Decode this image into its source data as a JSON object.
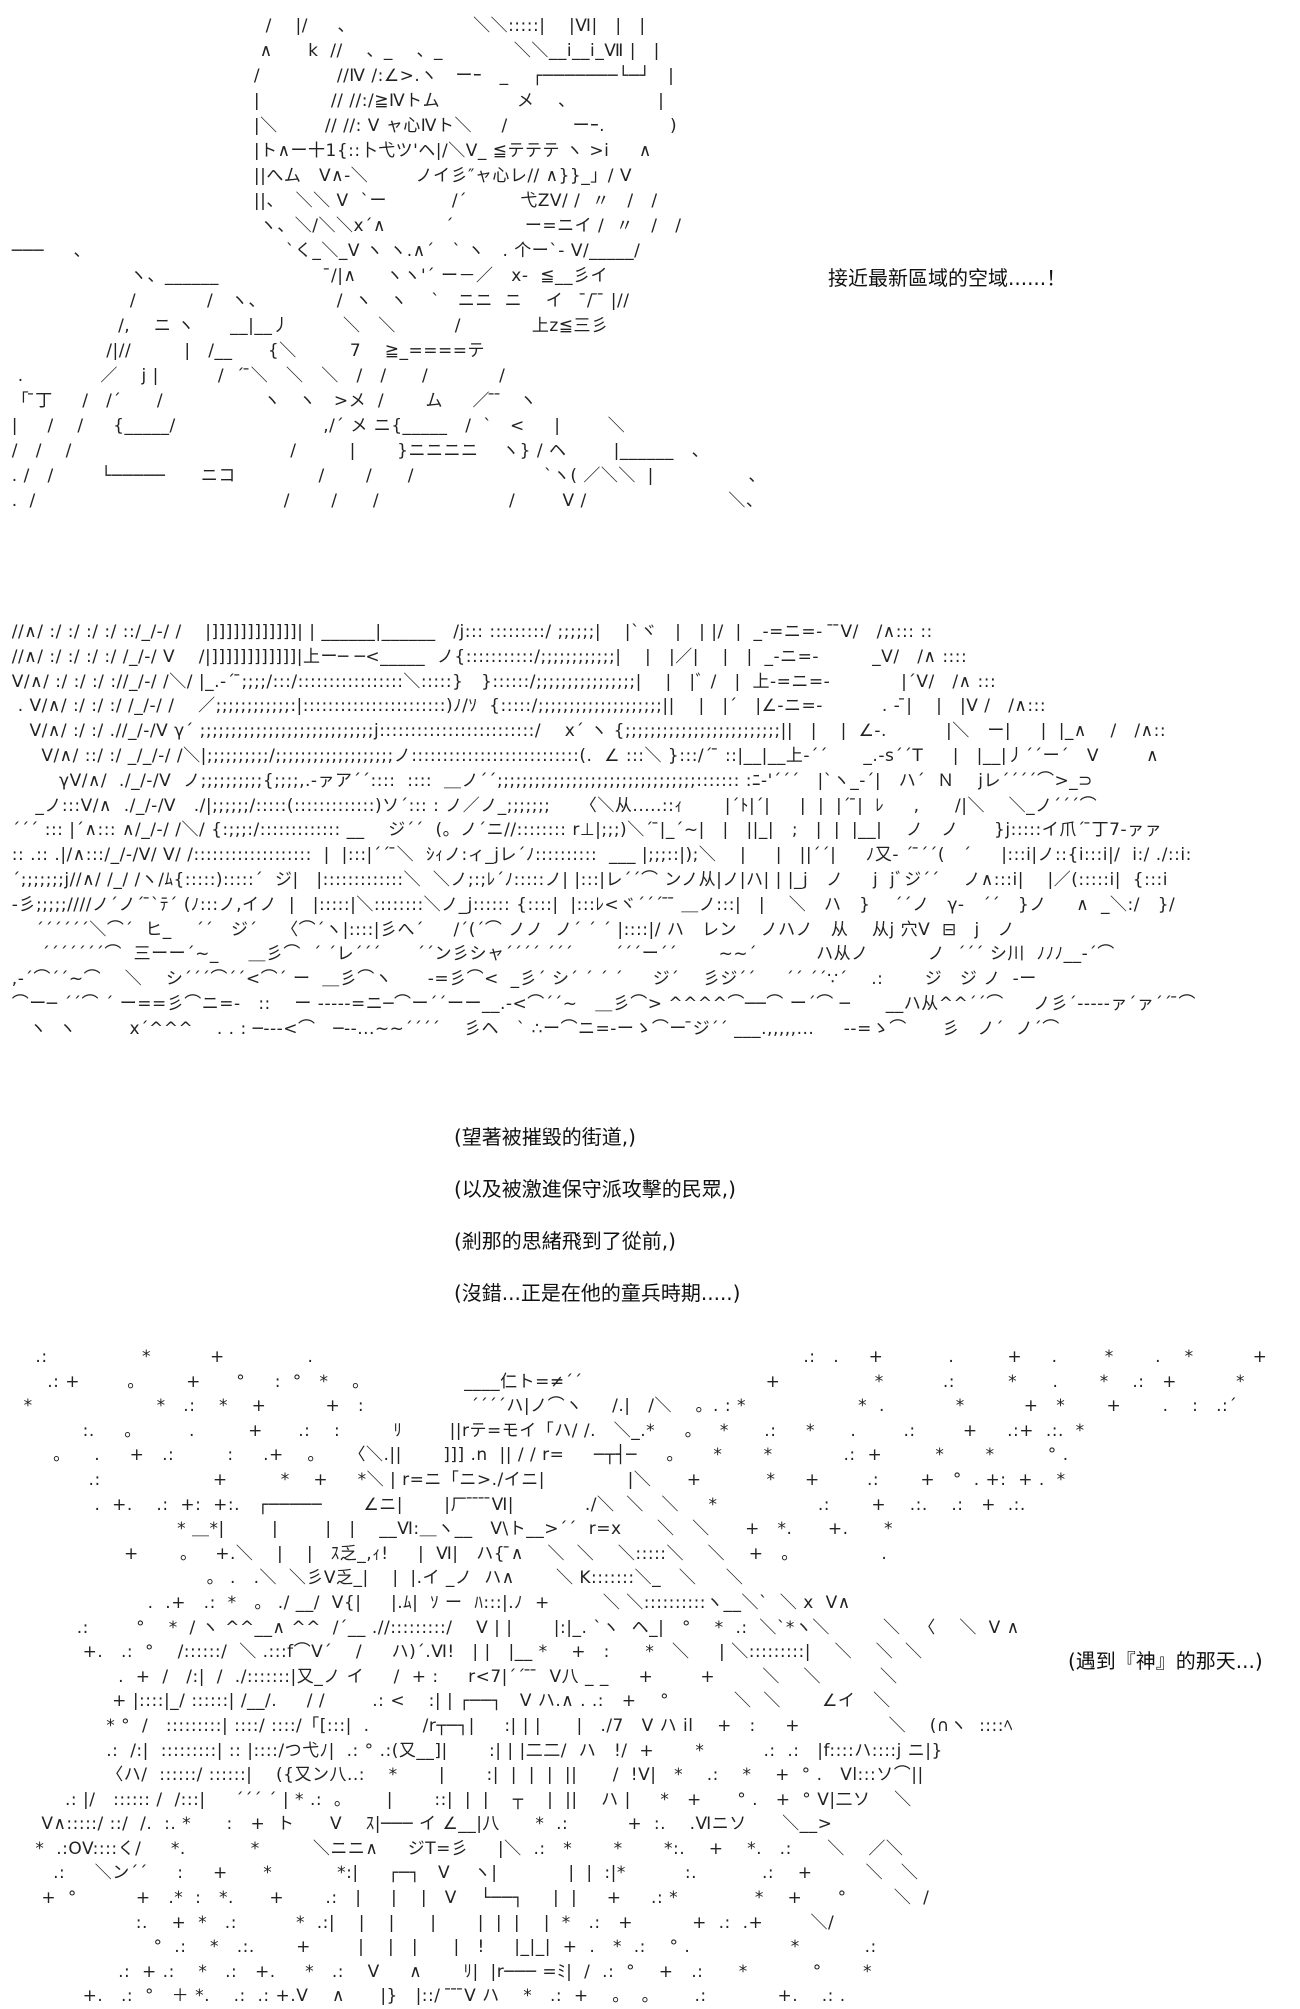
{
  "captions": {
    "panel1": "接近最新區域的空域......！",
    "panel2": [
      "(望著被摧毀的街道,)",
      "(以及被激進保守派攻擊的民眾,)",
      "(剎那的思緒飛到了從前,)",
      "(沒錯...正是在他的童兵時期.....)"
    ],
    "panel3": "(遇到『神』的那天...)"
  },
  "art": {
    "panel1": [
      "                                             /    |/     、                    ＼＼:::::|    |Ⅵ|   |   |",
      "                                            ∧      k  //    、_    、_            ＼＼__i__i_Ⅶ |   |",
      "                                           /             //Ⅳ /:∠>.ヽ   ーｰ   _    ┌───────└─┘   |",
      "                                           |            // //:/≧Ⅳトム             メ    、              |",
      "                                           |＼        // //: V ャ心Ⅳト＼     /           ーｰ.           )",
      "                                           |ト∧ー十1{::卜弋ツ'ヘ|/＼V_ ≦テテテ ヽ >i     ∧",
      "                                           ||へム   V∧-＼        ノイ彡″ャ心レ// ∧}}_」/ V",
      "                                           ||、  ＼＼ V  `ー           /´         弋ZV/ /  〃   /   /",
      "                                            ヽ、＼/＼＼x´∧          ´            ー=ニイ /  〃   /   /",
      "  ───     、                                 `く_＼_V ヽ ヽ.∧´   ` ヽ   . 个ー`- V/_____/",
      "                      ヽ、______                   ̄/|∧     ヽヽ'´ ー－／   x-  ≦__彡イ",
      "                      /            /   ヽ、            /  ヽ   ヽ    `   ニニ  ニ    イ    ̄/ ̄ ̄ |//",
      "                    /,    ニ ヽ      __|__丿         ＼   ＼          /            上z≦三彡",
      "                  /|//         |   /__      {＼         7    ≧_====テ",
      "   .             ／    j |          /  ´ ̄＼   ＼   ＼   /   /      /            /",
      "  「 ̄丁     /   /´      /                 ヽ   ヽ   >メ  /       ム     ／ ̄ ̄   ヽ",
      "  |     /    /     {_____/                         ,/´ メ ニ{_____   /  `   <     |        ＼",
      "  /   /    /                                     /         |       }ニニニニ    ヽ} / ヘ        |______   、",
      "  . /   /        └─────      ニコ              /       /      /                      `ヽ( ／＼＼  |                、",
      "  .  /                                          /       /      /                      /        V /                        ＼、"
    ],
    "panel2": [
      "  //∧/ :/ :/ :/ :/ ::/_/-/ /    |]]]]]]]]]]]]| | ______|______   /j::: :::::::::/ ;;;;;;|    |`ヾ   |   | |/  |  _-=ニ=-  ̄ ̄V/   /∧::: ::",
      "  //∧/ :/ :/ :/ :/ /_/-/ V    /|]]]]]]]]]]]]|上ー─ ─<_____  ノ{:::::::::::/;;;;;;;;;;;;|    |   |／|    |   |  _-ニ=-         _V/   /∧ ::::",
      "  V/∧/ :/ :/ :/ ://_/-/ /＼/ |_.-´ ̄;;;;/:::/:::::::::::::::::＼:::::}   }::::::/;;;;;;;;;;;;;;;;|    |   |ﾞ /   |  上-=ニ=-            |´V/   /∧ :::",
      "   . V/∧/ :/ :/ :/ /_/-/ /    ／;;;;;;;;;;;;:|:::::::::::::::::::::::)ﾉ/ｿ  {:::::/;;;;;;;;;;;;;;;;;;;;||    |   |´   |∠-ニ=-          . - ̄|    |   |V /   /∧:::",
      "     V/∧/ :/ :/ .//_/-/V γ´ ;;;;;;;;;;;;;;;;;;;;;;;;;;;;j:::::::::::::::::::::::::/    x´ ヽ {;;;;;;;;;;;;;;;;;;;;;;;;;||   |    |  ∠-.          |＼   ー|     |  |_∧    /   /∧::",
      "       V/∧/ ::/ :/ _/_/-/ /＼|;;;;;;;;;;/;;;;;;;;;;;;;;;;;;;ノ:::::::::::::::::::::::::::(.  ∠ :::＼ }:::/´ ̄ ::|__|__上-´´      _.-s´´T     |   |__|丿´´ー´   V        ∧",
      "          γV/∧/  ./_/-/V  ノ;;;;;;;;;;{;;;;,.-ァア´´::::  ::::  ＿ノ´´;;;;;;;;;;;;;;;;;;;;;;;;;;;;;;;;::::::: :ﾆ-'´´´   |`ヽ_-´|   ハ´  Ｎ    jレ´´´´⌒>_⊃",
      "      _ノ:::V/∧  ./_/-/V   ./|;;;;;;/:::::(:::::::::::::)ソ´::: : ノ／ノ_;;;;;;;     〈＼从.....::ｨ       |´ﾄ|´|     |  |  |´ ̄|  ﾚ     ,      /|＼    ＼_ノ´´´⌒",
      "  ´´´ ::: |´∧::: ∧/_/-/ /＼/ {:;;;:/::::::::::::: __    ジ´´  (。ノ´ニ//:::::::: r⊥|;;;)＼´ ̄|_´~|   |   ||_|   ;   |  |  |__|    ノ   ノ      }j:::::イ爪´ ̄丁7-ァァ",
      "  :: .:: .|/∧:::/_/-/V/ V/ /:::::::::::::::::::  |  |:::|´´ ̄＼  ｼｨノ:ィ_jレ´ﾉ::::::::::  ___ |;;;::|);＼    |     |   ||´´|     ﾉ又- ´ ̄´´(   ´     |:::i|ノ::{i:::i|/  i:/ ./::i:",
      "  ´;;;;;;;j//∧/ /_/ /ヽ∕ﾑ{:::::):::::´  ジ|   |:::::::::::::＼  ＼ノ;:;ﾚ´ﾉ:::::ノ| |:::|レ´´⌒ ンノ从|ノ|ハ| | |_j   ノ     j  jﾞジ´´    ノ∧:::i|    |／(:::::i|  {:::i",
      "  -彡;;;;;////ノ´ノ´ ̄`ﾃ´ (ﾉ:::ノ,イノ  |   |:::::|＼::::::::＼ノ_j:::::: {::::|  |:::ﾚ<ヾ´´´ ̄ ̄ ＿ノ:::|   |    ＼   ハ   }    ´´ノ   γ-   ´´   }ノ     ∧  _＼:/   }/",
      "      ´´´´´´＼⌒´  ヒ_    ´´   ジ´    〈⌒´ヽ|::::|彡へ´     /´(´⌒ ノノ  ノ´ ´ ´ |::::|/ ハ   レン    ノハノ   从    从j 穴V  ⊟   j   ノ",
      "       ´´´´´´´⌒  三ーー´~_     ＿彡⌒  ´ ´レ´´´      ´´ン彡シャ´´´´ ´´´       ´´´ー´´       ~~´          ハ从ノ          ノ  ´´´ シ川  ﾉﾉﾉ__-´⌒",
      "  ,-´⌒´´~⌒    ＼    シ´´´⌒´´<⌒´ ー  ＿彡⌒ヽ      -=彡⌒<  _彡´ シ´ ´ ´ ´     ジ´    彡ジ´´     ´´ ´´∵´    .:       ジ   ジ ノ  -ー",
      "  ⌒ー─ ´´⌒ ´ ー==彡⌒ニ=-   ::    ー -----=ニ─⌒ー´´ーー__.-<⌒´´~   ＿彡⌒> ^^^^⌒──⌒ ー´⌒ ─      __ハ从^^´´⌒     ノ彡´-----ァ´ァ´´ ̄⌒",
      "     ヽ  ヽ         x´^^^    . . : ─---<⌒   ─--...~~´´´´    彡ヘ   ` ∴ー⌒ニ=-ーゝ⌒ー ̄ジ´´ ___.,,,,,...     --=ゝ⌒      彡   ノ´  ノ´⌒"
    ],
    "panel3": [
      "      .:                *          +              .                                                                                   .:   .     +           .         +     .        *       .    *          +",
      "        .: +        。       +      °     :  °   *    。                ____仁ト=≠´´                               +                *          .:         *      .       *    .:   +          *",
      "    *                     *   .:    *    +          +   :                  ´´´´ハ|ノ⌒ヽ     /.|   /＼    。. : *                   *  .            *          +   *       +       .    :   .:´",
      "              :.     。        .         +      .:    :         ﾘ        ||rテ=モイ「ハ/ /.   ＼_.*     。   *      .:     *      .        .:        +     .:+  .:.  *",
      "         。    .     +   .:         :     .+    。    〈＼.||       ]]] .n  || / / r=     ─┬┤─     。     *       *            .:  +         *       *         ° . ",
      "               .:                   +         *    +     *＼ | r=ニ「ニ>./イニ|              |＼      +           *     +        .:       +   °  . +:  + .  *",
      "                .  +.    .:  +:  +:.   ┌─────       ∠ニ|       |ㄏ ̄ ̄ ̄ ̄Ⅵ|            ./＼  ＼   ＼     *                 .:       +    .:.    .:   +  .:.",
      "                              * ＿*|        |        |   |    __Ⅵ:＿ヽ__   V\\ト__>´´  r=x      ＼   ＼      +   *.      +.      *",
      "                     +       。   +.＼    |    |   ｽ乏_,ｨ!     |  Ⅵ|   ハ{ ̄∧    ＼  ＼    ＼:::::＼    ＼    +   。              .",
      "                                   。 .   .＼  ＼彡V乏_|    |  |.イ _ノ  ハ∧       ＼ K:::::::＼_   ＼     ＼",
      "                         .  .+   .:  *   。 ./ __/  V{|     |.ﾑ|  ｿ ー  ﾊ:::|.ﾉ  +         ＼ ＼::::::::::ヽ__＼`  ＼ x  V∧",
      "             .:        °    *  / ヽ ^^__∧ ^^  /´__ .//:::::::::/    V | |       |:|_. `ヽ  ヘ_|   °    *  .:  ＼`*ヽ＼         ＼   〈    ＼  V ∧",
      "              +.   .:  °    /::::::/  ＼ .:::f⌒V´    /     ハ)´.Ⅵ!   | |   |__ *    +   :      *   ＼     | ＼:::::::::|    ＼    ＼  ＼",
      "                    .  +  /   /:|  /  ./:::::::|又_ノ イ     /  + :     r<7|´´ ̄ ̄  V八 _ _     +        +        ＼    ＼          ＼",
      "                   + |::::|_/ ::::::| /__/.     / /        .: <    :| | ┌──┐   V ハ.∧ . .:   +    °           ＼  ＼       ∠イ   ＼",
      "                  * °  /   :::::::::| ::::/ ::::/「[:::|  .         /r┬─┐|     :| | |      |   ./7   V ハ il    +   :     +               ＼    (∩ヽ  ::::ﾍ",
      "                  .:  /:|  :::::::::| :: |::::/つ弋ﾉ|  .: ° .:(又__]|       :| | |二二/  ハ   !/  +       *          .:  .:   |f::::ハ::::j ニ|}",
      "                  〈ハ/  ::::::/ ::::::|    ({又ン八..:    *       |       :|  |  |  |  ||      /  !V|   *    .:    *    +  ° .   Vl:::ソ⌒||",
      "           .: |/   :::::: /  /:::|     ´´´ ´ | * .:  。      |       ::|  |  |    ┬    |  ||    ハ |     *   +      ° .   +  ° V|二ソ    ＼",
      "       V∧:::::/ ::/  /.  :. *      :   +  ト      V    ｽ|─── イ ∠__|八      *  .:          +  :.    .Ⅵニソ      ＼__>",
      "      *  .:OV::::く/     *.           *         ＼ニニ∧     ジT=彡     |＼  .:   *       *       *:.    +    *.   .:      ＼    ／＼",
      "         .:     ＼ン´´     :     +      *           *:|     ┌─┐   V    ヽ|            |  |  :|*          :.           .:    +         ＼   ＼",
      "       +  °          +   .*  :   *.      +       .:   |     |    |   V    └──┐     |  |     +     .: *             *    +      °        ＼  /",
      "                       :.    +  *   .:          *  .:|    |    |      |       |  |  |    |  *   .:   +          +  .:  .+        ＼/",
      "                          °  .:    *   .:.       +        |    |   |      |   !     |_|_|  +  .   *  .:    ° .                 *           .:",
      "                    .:  + .:    *   .:   +.     *   .:    V     ∧       ﾘ|  |r─── =ﾐ|  /  .:  °    +   .:      *           °       *",
      "              +.   .:  °   ＋ *.    .:  .: +.V    ∧      |}   |::/  ̄ ̄ ̄V ハ    *   .:  +    。  。      .:            +.    .: ."
    ]
  }
}
